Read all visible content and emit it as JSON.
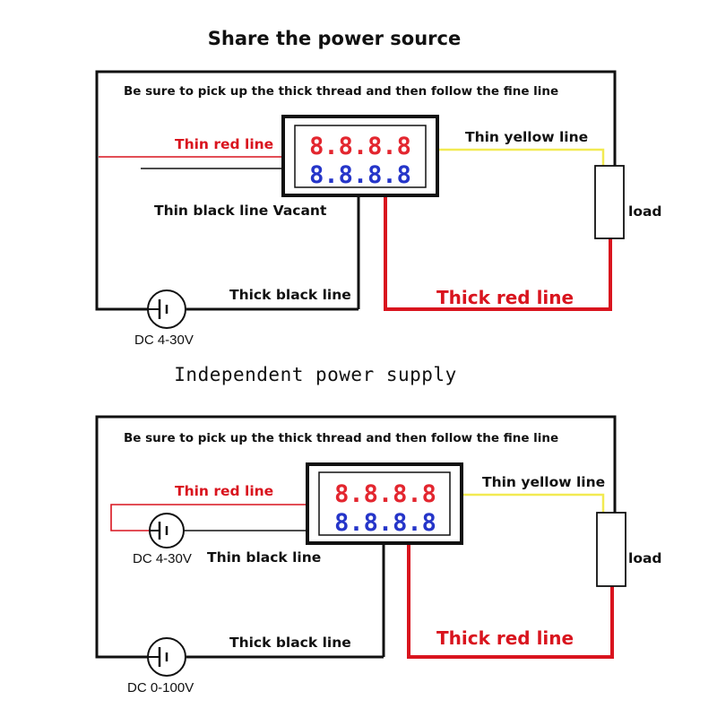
{
  "colors": {
    "wire_black": "#111111",
    "wire_red": "#d9141e",
    "wire_yellow": "#f2ea52",
    "display_red": "#e3262f",
    "display_blue": "#2535c9"
  },
  "diagram1": {
    "title": "Share the power source",
    "note": "Be sure to pick up the thick thread and then follow the fine line",
    "thin_red": "Thin red line",
    "thin_black": "Thin black line Vacant",
    "thin_yellow": "Thin yellow line",
    "thick_black": "Thick black line",
    "thick_red": "Thick red line",
    "load": "load",
    "source": "DC 4-30V",
    "display_top": "8.8.8.8",
    "display_bottom": "8.8.8.8"
  },
  "diagram2": {
    "title": "Independent power supply",
    "note": "Be sure to pick up the thick thread and then follow the fine line",
    "thin_red": "Thin red line",
    "thin_black": "Thin black line",
    "thin_yellow": "Thin yellow line",
    "thick_black": "Thick black line",
    "thick_red": "Thick red line",
    "load": "load",
    "source_small": "DC 4-30V",
    "source_main": "DC 0-100V",
    "display_top": "8.8.8.8",
    "display_bottom": "8.8.8.8"
  }
}
